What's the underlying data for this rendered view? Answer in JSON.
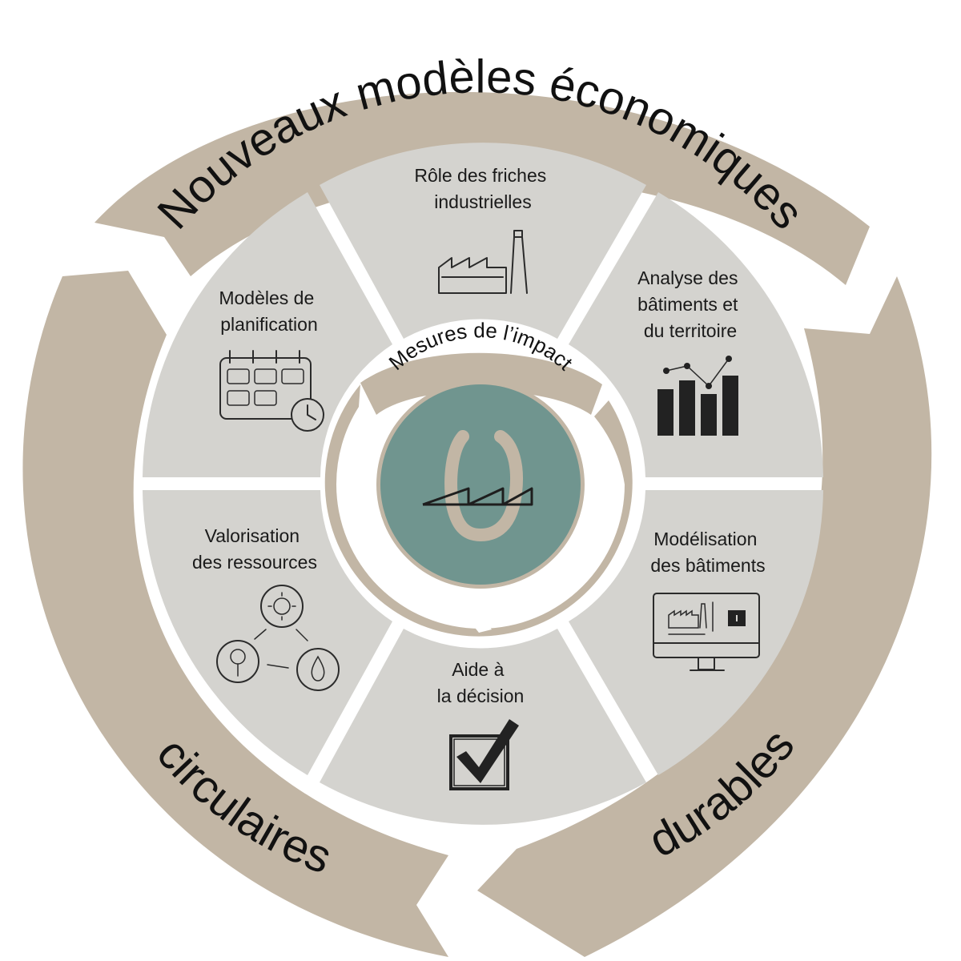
{
  "outer_ring": {
    "top": "Nouveaux modèles économiques",
    "left": "circulaires",
    "right": "durables"
  },
  "inner_ring": {
    "label": "Mesures de l’impact"
  },
  "segments": [
    {
      "lines": [
        "Rôle des friches",
        "industrielles"
      ],
      "icon": "factory-icon"
    },
    {
      "lines": [
        "Analyse des",
        "bâtiments et",
        "du territoire"
      ],
      "icon": "bar-chart-icon"
    },
    {
      "lines": [
        "Modélisation",
        "des bâtiments"
      ],
      "icon": "monitor-icon"
    },
    {
      "lines": [
        "Aide à",
        "la décision"
      ],
      "icon": "checkbox-icon"
    },
    {
      "lines": [
        "Valorisation",
        "des ressources"
      ],
      "icon": "resources-cycle-icon"
    },
    {
      "lines": [
        "Modèles de",
        "planification"
      ],
      "icon": "calendar-clock-icon"
    }
  ],
  "colors": {
    "segment": "#d4d3cf",
    "ring": "#c2b6a5",
    "center": "#70958f",
    "text": "#111111"
  }
}
